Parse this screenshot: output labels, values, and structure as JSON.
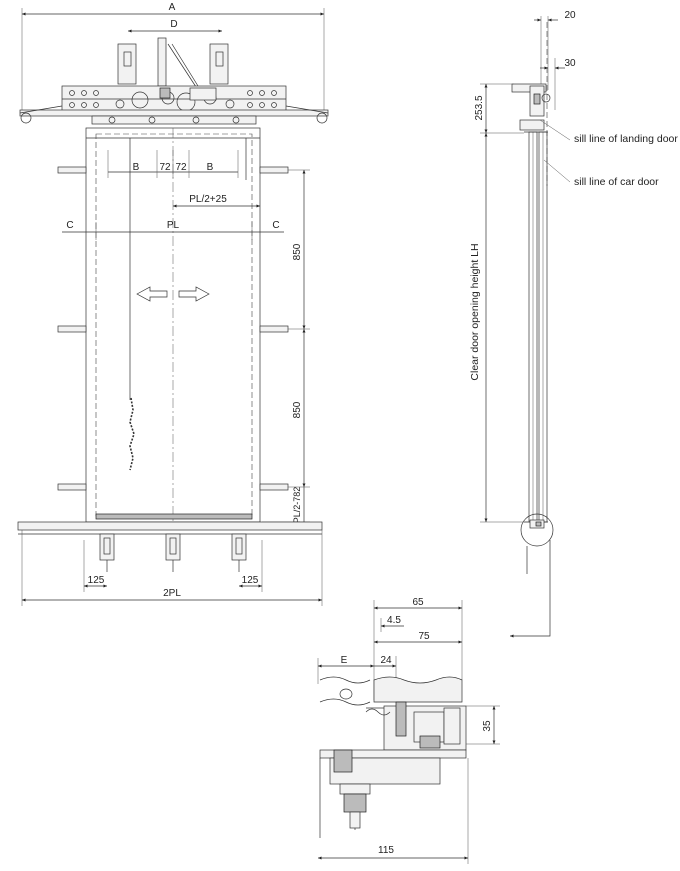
{
  "front_view": {
    "dims": {
      "A": "A",
      "D": "D",
      "B_left": "B",
      "d72_left": "72",
      "d72_right": "72",
      "B_right": "B",
      "PL2_25": "PL/2+25",
      "C_left": "C",
      "PL": "PL",
      "C_right": "C",
      "d850_top": "850",
      "d850_bottom": "850",
      "PL2_782": "PL/2-782",
      "d125_left": "125",
      "d2PL": "2PL",
      "d125_right": "125"
    }
  },
  "side_view": {
    "dims": {
      "d20": "20",
      "d30": "30",
      "d253_5": "253.5",
      "clear_height": "Clear door opening height  LH"
    },
    "labels": {
      "landing_sill": "sill line of landing door",
      "car_sill": "sill line of car door"
    }
  },
  "detail_view": {
    "dims": {
      "d65": "65",
      "d4_5": "4.5",
      "d75": "75",
      "E": "E",
      "d24": "24",
      "d35": "35",
      "d115": "115"
    }
  },
  "colors": {
    "line": "#333333",
    "fill_light": "#f2f2f2",
    "fill_dark": "#bbbbbb"
  }
}
